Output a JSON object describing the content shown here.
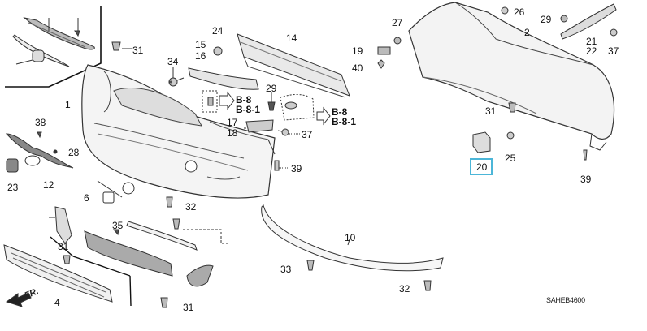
{
  "diagram": {
    "title": "Front and Rear Bumper Parts Diagram",
    "code": "SAHEB4600",
    "direction_label": "FR.",
    "highlight_color": "#4cb6d8",
    "highlighted_part": "20",
    "reference_labels": {
      "left": [
        "B-8",
        "B-8-1"
      ],
      "right": [
        "B-8",
        "B-8-1"
      ]
    },
    "callouts": [
      {
        "id": "c31a",
        "text": "31"
      },
      {
        "id": "c1",
        "text": "1"
      },
      {
        "id": "c34",
        "text": "34"
      },
      {
        "id": "c24",
        "text": "24"
      },
      {
        "id": "c15",
        "text": "15"
      },
      {
        "id": "c16",
        "text": "16"
      },
      {
        "id": "c14",
        "text": "14"
      },
      {
        "id": "c29a",
        "text": "29"
      },
      {
        "id": "c17",
        "text": "17"
      },
      {
        "id": "c18",
        "text": "18"
      },
      {
        "id": "c37a",
        "text": "37"
      },
      {
        "id": "c39a",
        "text": "39"
      },
      {
        "id": "c38",
        "text": "38"
      },
      {
        "id": "c28",
        "text": "28"
      },
      {
        "id": "c23",
        "text": "23"
      },
      {
        "id": "c12",
        "text": "12"
      },
      {
        "id": "c6",
        "text": "6"
      },
      {
        "id": "c32a",
        "text": "32"
      },
      {
        "id": "c35",
        "text": "35"
      },
      {
        "id": "c31b",
        "text": "31"
      },
      {
        "id": "c4",
        "text": "4"
      },
      {
        "id": "c31c",
        "text": "31"
      },
      {
        "id": "c10",
        "text": "10"
      },
      {
        "id": "c33",
        "text": "33"
      },
      {
        "id": "c32b",
        "text": "32"
      },
      {
        "id": "c27",
        "text": "27"
      },
      {
        "id": "c19",
        "text": "19"
      },
      {
        "id": "c40",
        "text": "40"
      },
      {
        "id": "c26",
        "text": "26"
      },
      {
        "id": "c29b",
        "text": "29"
      },
      {
        "id": "c2",
        "text": "2"
      },
      {
        "id": "c21",
        "text": "21"
      },
      {
        "id": "c22",
        "text": "22"
      },
      {
        "id": "c37b",
        "text": "37"
      },
      {
        "id": "c31d",
        "text": "31"
      },
      {
        "id": "c20",
        "text": "20"
      },
      {
        "id": "c25",
        "text": "25"
      },
      {
        "id": "c39b",
        "text": "39"
      }
    ]
  }
}
